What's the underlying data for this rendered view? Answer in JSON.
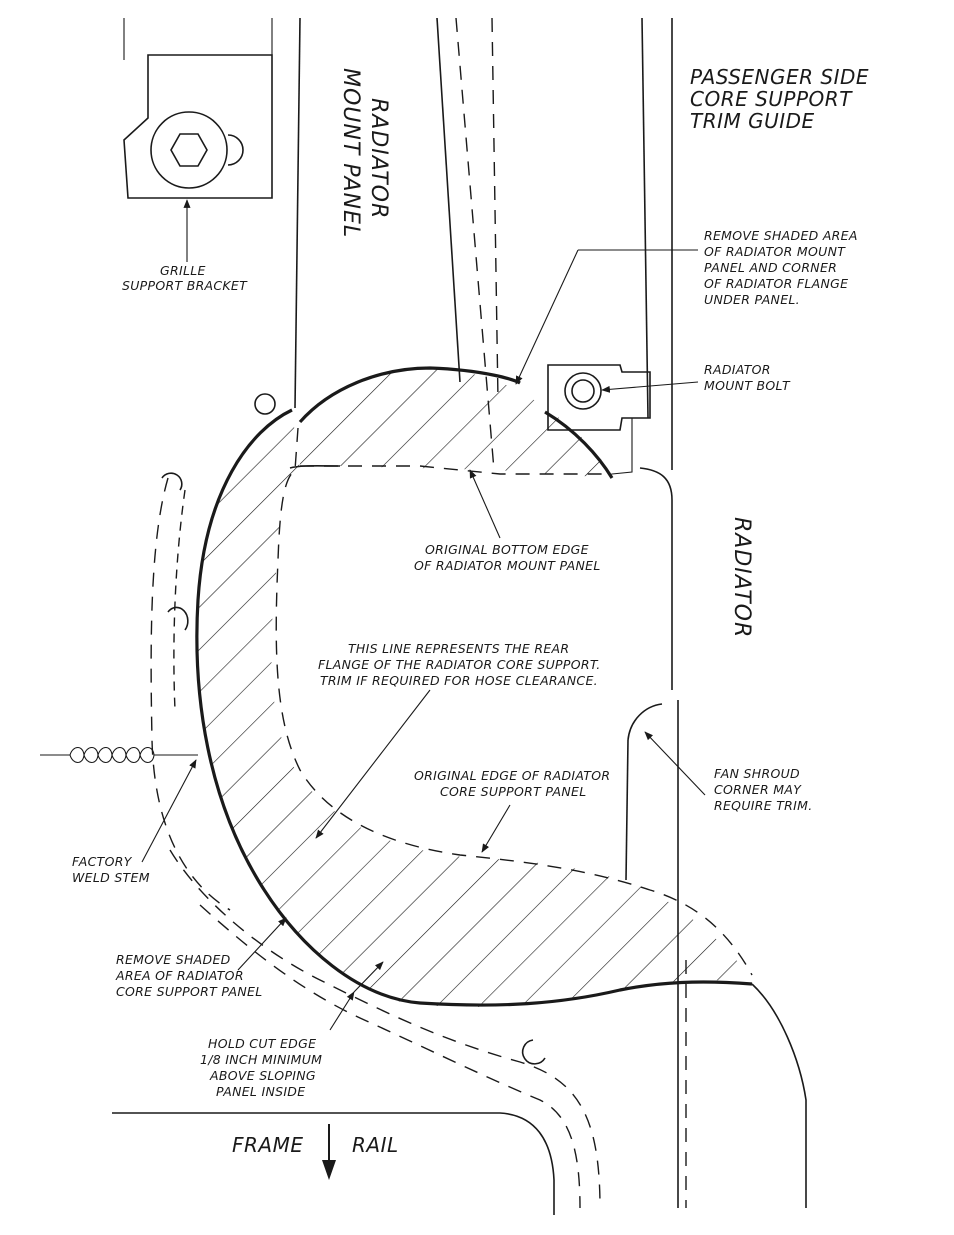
{
  "title": {
    "line1": "PASSENGER SIDE",
    "line2": "CORE SUPPORT",
    "line3": "TRIM GUIDE"
  },
  "labels": {
    "radiator_mount_panel": {
      "line1": "RADIATOR",
      "line2": "MOUNT PANEL"
    },
    "radiator": "RADIATOR",
    "grille_support_bracket": {
      "line1": "GRILLE",
      "line2": "SUPPORT BRACKET"
    },
    "remove_shaded_mount": {
      "line1": "REMOVE SHADED AREA",
      "line2": "OF RADIATOR MOUNT",
      "line3": "PANEL AND CORNER",
      "line4": "OF RADIATOR FLANGE",
      "line5": "UNDER PANEL."
    },
    "radiator_mount_bolt": {
      "line1": "RADIATOR",
      "line2": "MOUNT BOLT"
    },
    "original_bottom_edge": {
      "line1": "ORIGINAL BOTTOM EDGE",
      "line2": "OF RADIATOR MOUNT PANEL"
    },
    "rear_flange": {
      "line1": "THIS LINE REPRESENTS THE REAR",
      "line2": "FLANGE OF THE RADIATOR CORE SUPPORT.",
      "line3": "TRIM IF REQUIRED FOR HOSE CLEARANCE."
    },
    "original_edge_core": {
      "line1": "ORIGINAL EDGE OF RADIATOR",
      "line2": "CORE SUPPORT PANEL"
    },
    "fan_shroud": {
      "line1": "FAN SHROUD",
      "line2": "CORNER MAY",
      "line3": "REQUIRE TRIM."
    },
    "factory_weld_stem": {
      "line1": "FACTORY",
      "line2": "WELD STEM"
    },
    "remove_shaded_core": {
      "line1": "REMOVE SHADED",
      "line2": "AREA OF RADIATOR",
      "line3": "CORE SUPPORT PANEL"
    },
    "hold_cut_edge": {
      "line1": "HOLD CUT EDGE",
      "line2": "1/8 INCH MINIMUM",
      "line3": "ABOVE SLOPING",
      "line4": "PANEL INSIDE"
    },
    "frame_rail": {
      "word1": "FRAME",
      "word2": "RAIL"
    }
  },
  "icons": {
    "hex_bolt": "hex-bolt-icon",
    "round_bolt": "round-bolt-icon",
    "arrow": "down-arrow-icon"
  },
  "colors": {
    "ink": "#1a1a1a",
    "paper": "#ffffff"
  }
}
